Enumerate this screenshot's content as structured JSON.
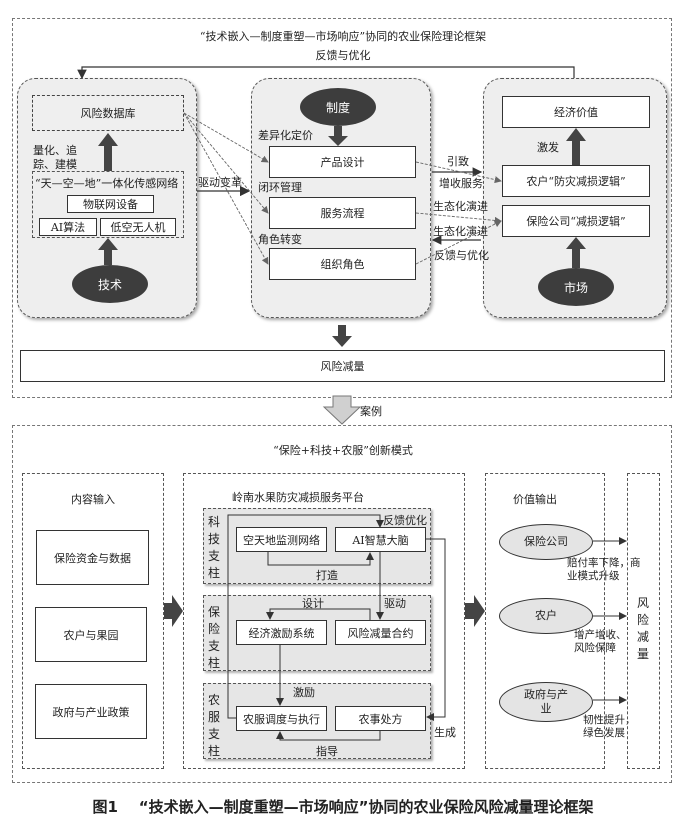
{
  "top": {
    "title": "“技术嵌入—制度重塑—市场响应”协同的农业保险理论框架",
    "feedback_top": "反馈与优化",
    "tech": {
      "oval": "技术",
      "risk_db": "风险数据库",
      "quantify": "量化、追踪、建模",
      "sensor_network": "“天—空—地”一体化传感网络",
      "iot": "物联网设备",
      "ai": "AI算法",
      "uav": "低空无人机",
      "drive": "驱动变革"
    },
    "institution": {
      "oval": "制度",
      "diff_pricing": "差异化定价",
      "product_design": "产品设计",
      "closed_loop": "闭环管理",
      "service_process": "服务流程",
      "role_shift": "角色转变",
      "org_role": "组织角色"
    },
    "links": {
      "cause": "引致",
      "income_service": "增收服务",
      "eco_evolve_1": "生态化演进",
      "eco_evolve_2": "生态化演进",
      "feedback": "反馈与优化"
    },
    "market": {
      "oval": "市场",
      "econ_value": "经济价值",
      "stimulate": "激发",
      "farmer_logic": "农户“防灾减损逻辑”",
      "insurer_logic": "保险公司“减损逻辑”"
    },
    "risk_reduction": "风险减量"
  },
  "case_label": "案例",
  "bottom": {
    "title": "“保险+科技+农服”创新模式",
    "inputs": {
      "title": "内容输入",
      "items": [
        "保险资金与数据",
        "农户与果园",
        "政府与产业政策"
      ]
    },
    "platform": {
      "title": "岭南水果防灾减损服务平台",
      "tech_pillar": {
        "label": "科技支柱",
        "monitor": "空天地监测网络",
        "ai_brain": "AI智慧大脑",
        "build": "打造",
        "feedback": "反馈优化"
      },
      "insurance_pillar": {
        "label": "保险支柱",
        "incentive": "经济激励系统",
        "contract": "风险减量合约",
        "design": "设计",
        "drive": "驱动"
      },
      "agri_pillar": {
        "label": "农服支柱",
        "dispatch": "农服调度与执行",
        "prescription": "农事处方",
        "motivate": "激励",
        "guide": "指导",
        "generate": "生成"
      }
    },
    "outputs": {
      "title": "价值输出",
      "items": [
        {
          "name": "保险公司",
          "effect": "赔付率下降，商业模式升级"
        },
        {
          "name": "农户",
          "effect": "增产增收、风险保障"
        },
        {
          "name": "政府与产业",
          "effect": "韧性提升，绿色发展"
        }
      ],
      "risk_reduction": "风险减量"
    }
  },
  "caption": {
    "fig": "图1",
    "text": "“技术嵌入—制度重塑—市场响应”协同的农业保险风险减量理论框架"
  }
}
